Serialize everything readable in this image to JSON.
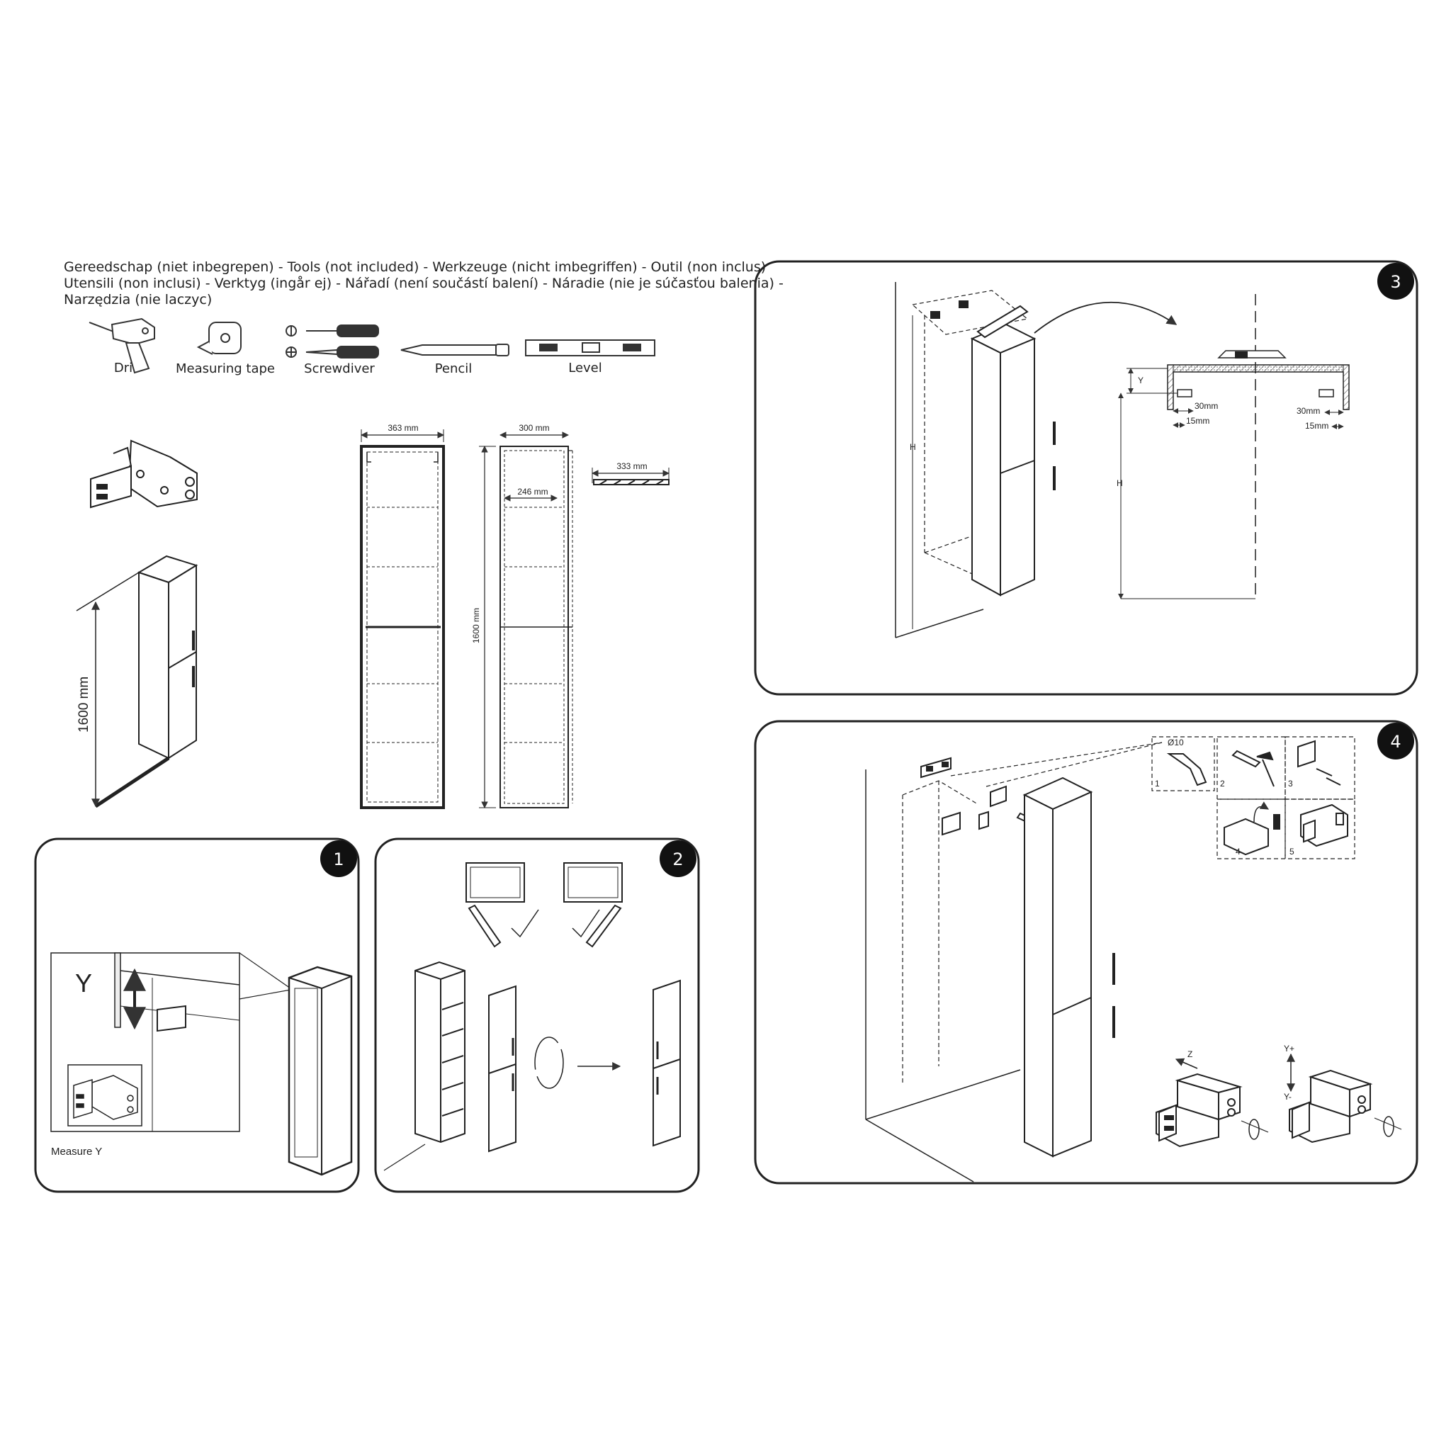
{
  "tools_heading": {
    "line1": "Gereedschap (niet inbegrepen) - Tools (not included) -  Werkzeuge (nicht imbegriffen) - Outil (non inclus)",
    "line2": "Utensili (non inclusi) - Verktyg (ingår ej) - Nářadí (není součástí balení) - Náradie (nie je súčasťou balenia) -",
    "line3": "Narzędzia (nie laczyc)"
  },
  "tools": [
    {
      "label": "Drill",
      "icon": "drill-icon"
    },
    {
      "label": "Measuring tape",
      "icon": "measuring-tape-icon"
    },
    {
      "label": "Screwdiver",
      "icon": "screwdriver-icon"
    },
    {
      "label": "Pencil",
      "icon": "pencil-icon"
    },
    {
      "label": "Level",
      "icon": "level-icon"
    }
  ],
  "dimensions": {
    "width_front": "363 mm",
    "depth_side": "300 mm",
    "inner_depth": "246 mm",
    "rail_length": "333 mm",
    "height_side": "1600 mm",
    "height_overview": "1600 mm"
  },
  "step1": {
    "number": "1",
    "y_label": "Y",
    "caption": "Measure Y"
  },
  "step2": {
    "number": "2"
  },
  "step3": {
    "number": "3",
    "h_left": "H",
    "h_right": "H",
    "y_label": "Y",
    "left_30": "30mm",
    "left_15": "15mm",
    "right_30": "30mm",
    "right_15": "15mm"
  },
  "step4": {
    "number": "4",
    "drill_size": "Ø10",
    "sub_steps": [
      "1",
      "2",
      "3",
      "4",
      "5"
    ],
    "z_label": "Z",
    "y_plus": "Y+",
    "y_minus": "Y-"
  }
}
